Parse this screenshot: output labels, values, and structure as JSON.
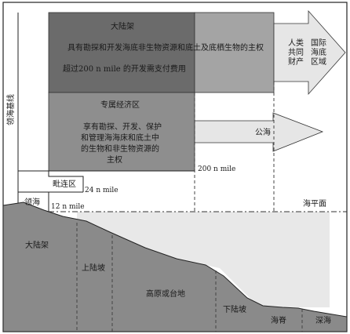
{
  "labels": {
    "baseline": "领海基线",
    "continental_shelf_top": "大陆架",
    "shelf_rights": "具有勘探和开发海底非生物资源和底土及底栖生物的主权",
    "shelf_payment": "超过200 n mile 的开发需支付费用",
    "eez_title": "专属经济区",
    "eez_rights_1": "享有勘探、开发、保护",
    "eez_rights_2": "和管理海海床和底土中",
    "eez_rights_3": "的生物和非生物资源的",
    "eez_rights_4": "主权",
    "heritage_1": "人类",
    "heritage_2": "共同",
    "heritage_3": "财产",
    "intl_1": "国际",
    "intl_2": "海底",
    "intl_3": "区域",
    "high_seas": "公海",
    "nm200": "200 n mile",
    "contiguous_zone": "毗连区",
    "nm24": "24 n mile",
    "territorial_sea": "领海",
    "nm12": "12 n mile",
    "sea_level": "海平面",
    "seabed_shelf": "大陆架",
    "continental_slope": "上陆坡",
    "plateau": "高原或台地",
    "lower_slope": "下陆坡",
    "ridge": "海脊",
    "deep_sea": "深海"
  },
  "colors": {
    "shelf_dark": "#6b6b6b",
    "shelf_light": "#a4a4a4",
    "eez": "#8e8e8e",
    "arrow": "#e6e6e6",
    "seabed": "#8a8a8a",
    "water": "#e8e8e8"
  }
}
